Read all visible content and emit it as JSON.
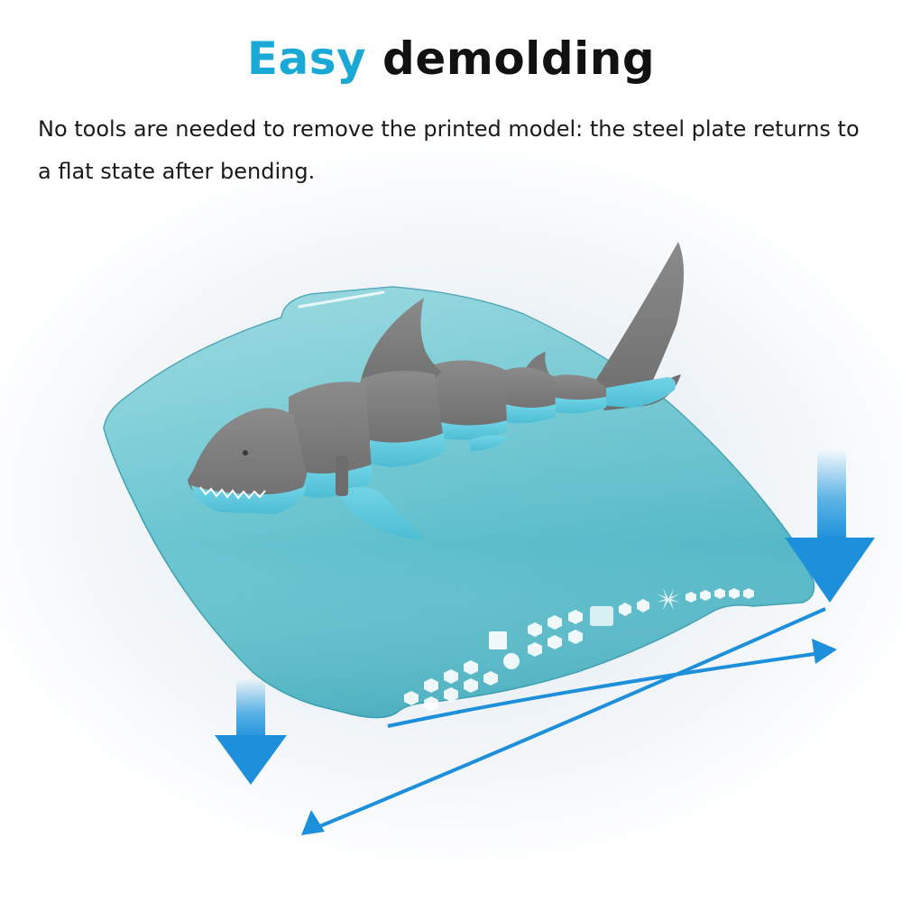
{
  "heading": {
    "accent": "Easy",
    "rest": "demolding"
  },
  "description": "No tools are needed to remove the printed model: the steel plate returns to a flat state after bending.",
  "colors": {
    "accent": "#1aa9d6",
    "plate": "#62c3cf",
    "shark_gray": "#7d7d7d",
    "shark_blue": "#5ec8dc",
    "arrow_blue": "#2a9de0"
  }
}
